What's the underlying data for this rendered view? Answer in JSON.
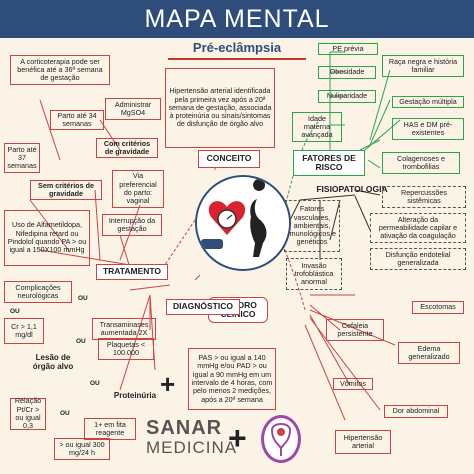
{
  "title": "MAPA MENTAL",
  "subtitle": "Pré-eclâmpsia",
  "conceito": {
    "label": "CONCEITO",
    "text": "Hipertensão arterial identificada pela primeira vez após a 20ª semana de gestação, associada à proteinúria ou sinais/sintomas de disfunção de órgão alvo"
  },
  "fatores_risco": {
    "label": "FATORES DE RISCO",
    "items": [
      "PE prévia",
      "Raça negra e história familiar",
      "Obesidade",
      "Nuliparidade",
      "Gestação múltipla",
      "Idade materna avançada",
      "HAS e DM pré-existentes",
      "Colagenoses e trombofilias"
    ]
  },
  "fisiopatologia": {
    "label": "FISIOPATOLOGIA",
    "items": [
      "Repercussões sistêmicas",
      "Fatores vasculares, ambientais, imunológicos e genéticos",
      "Alteração da permeabilidade capilar e ativação da coagulação",
      "Invasão trofoblástica anormal",
      "Disfunção endotelial generalizada"
    ]
  },
  "quadro_clinico": {
    "label": "QUADRO CLÍNICO",
    "items": [
      "Escotomas",
      "Cefaleia persistente",
      "Edema generalizado",
      "Vômitos",
      "Dor abdominal",
      "Hipertensão arterial"
    ]
  },
  "tratamento": {
    "label": "TRATAMENTO",
    "items": [
      "A corticoterapia pode ser benéfica até a 36ª semana de gestação",
      "Administrar MgSO4",
      "Parto até 34 semanas",
      "Com critérios de gravidade",
      "Parto até 37 semanas",
      "Sem critérios de gravidade",
      "Via preferencial do parto: vaginal",
      "Interrupção da gestação",
      "Uso de Alfametildopa, Nifedipina retard ou Pindolol quando PA > ou igual a 150X100 mmHg"
    ]
  },
  "diagnostico": {
    "label": "DIAGNÓSTICO",
    "ou": "OU",
    "lesao": "Lesão de órgão alvo",
    "lesao_items": [
      "Complicações neurológicas",
      "Cr > 1,1 mg/dl",
      "Transaminases aumentada 2X",
      "Plaquetas < 100.000"
    ],
    "pas": "PAS > ou igual a 140 mmHg e/ou PAD > ou igual a 90 mmHg em um intervalo de 4 horas, com pelo menos 2 medições, após a 20ª semana",
    "proteinuria": "Proteinúria",
    "prot_items": [
      "Relação Pt/Cr > ou igual 0,3",
      "1+ em fita reagente",
      "> ou igual 300 mg/24 h"
    ]
  },
  "logo": {
    "line1": "SANAR",
    "line2": "MEDICINA"
  },
  "colors": {
    "banner": "#2f4d7a",
    "red": "#c94545",
    "green": "#2ea34a",
    "dash": "#555555",
    "background": "#fbf3e6"
  }
}
